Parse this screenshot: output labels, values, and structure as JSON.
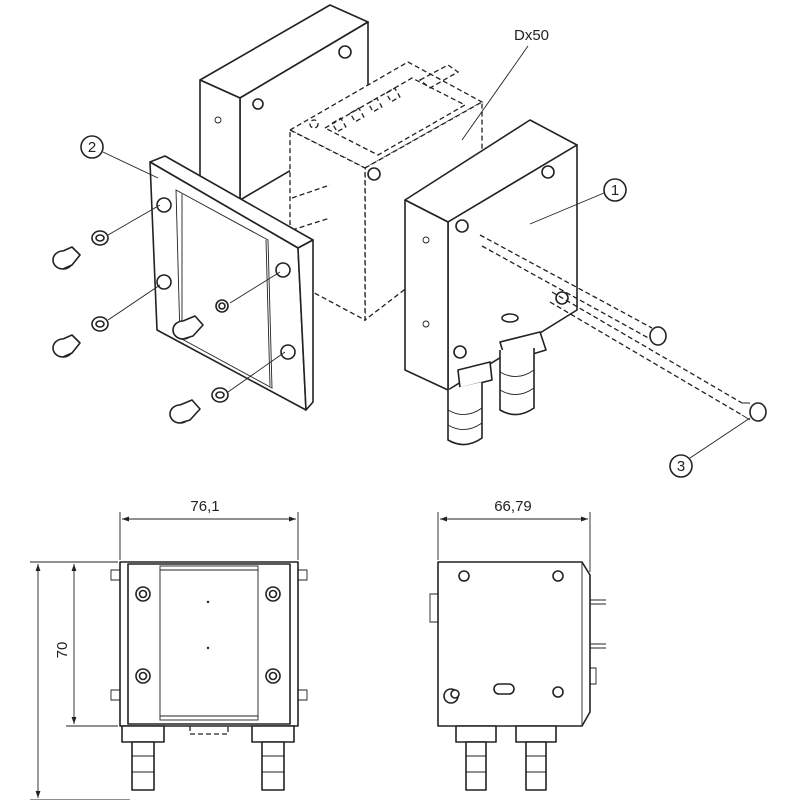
{
  "callouts": {
    "c1": "1",
    "c2": "2",
    "c3": "3",
    "dx50": "Dx50"
  },
  "dimensions": {
    "front_width": "76,1",
    "front_height": "70",
    "side_width": "66,79"
  }
}
